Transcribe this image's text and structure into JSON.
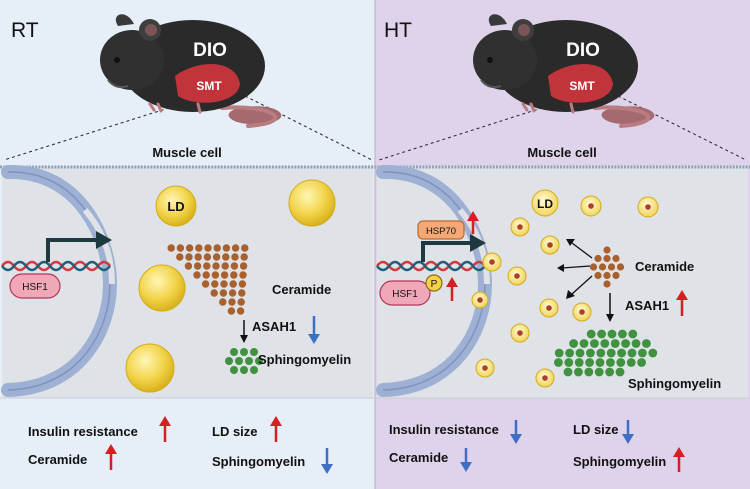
{
  "left": {
    "condition": "RT",
    "mouse_label": "DIO",
    "muscle_label": "SMT",
    "cell_label": "Muscle cell",
    "diagram": {
      "ld": "LD",
      "hsf1": "HSF1",
      "ceramide": "Ceramide",
      "enzyme": "ASAH1",
      "product": "Sphingomyelin"
    },
    "summary": {
      "insulin": "Insulin resistance",
      "ceramide": "Ceramide",
      "ld_size": "LD size",
      "sphingomyelin": "Sphingomyelin"
    }
  },
  "right": {
    "condition": "HT",
    "mouse_label": "DIO",
    "muscle_label": "SMT",
    "cell_label": "Muscle cell",
    "diagram": {
      "ld": "LD",
      "hsp70": "HSP70",
      "hsf1": "HSF1",
      "phospho": "P",
      "ceramide": "Ceramide",
      "enzyme": "ASAH1",
      "product": "Sphingomyelin"
    },
    "summary": {
      "insulin": "Insulin resistance",
      "ceramide": "Ceramide",
      "ld_size": "LD size",
      "sphingomyelin": "Sphingomyelin"
    }
  },
  "colors": {
    "left_panel": "#e6eef8",
    "right_panel": "#ded3ea",
    "cell": "#dfe2e6",
    "up_arrow": "#d42020",
    "down_arrow": "#3d6fc4",
    "ceramide_dot": "#a8602e",
    "sphingomyelin_dot": "#3f9240",
    "lipid_droplet": "#f2d44a",
    "muscle": "#c2343b",
    "hsf1": "#f0a8b8",
    "hsp70": "#f3a875"
  }
}
